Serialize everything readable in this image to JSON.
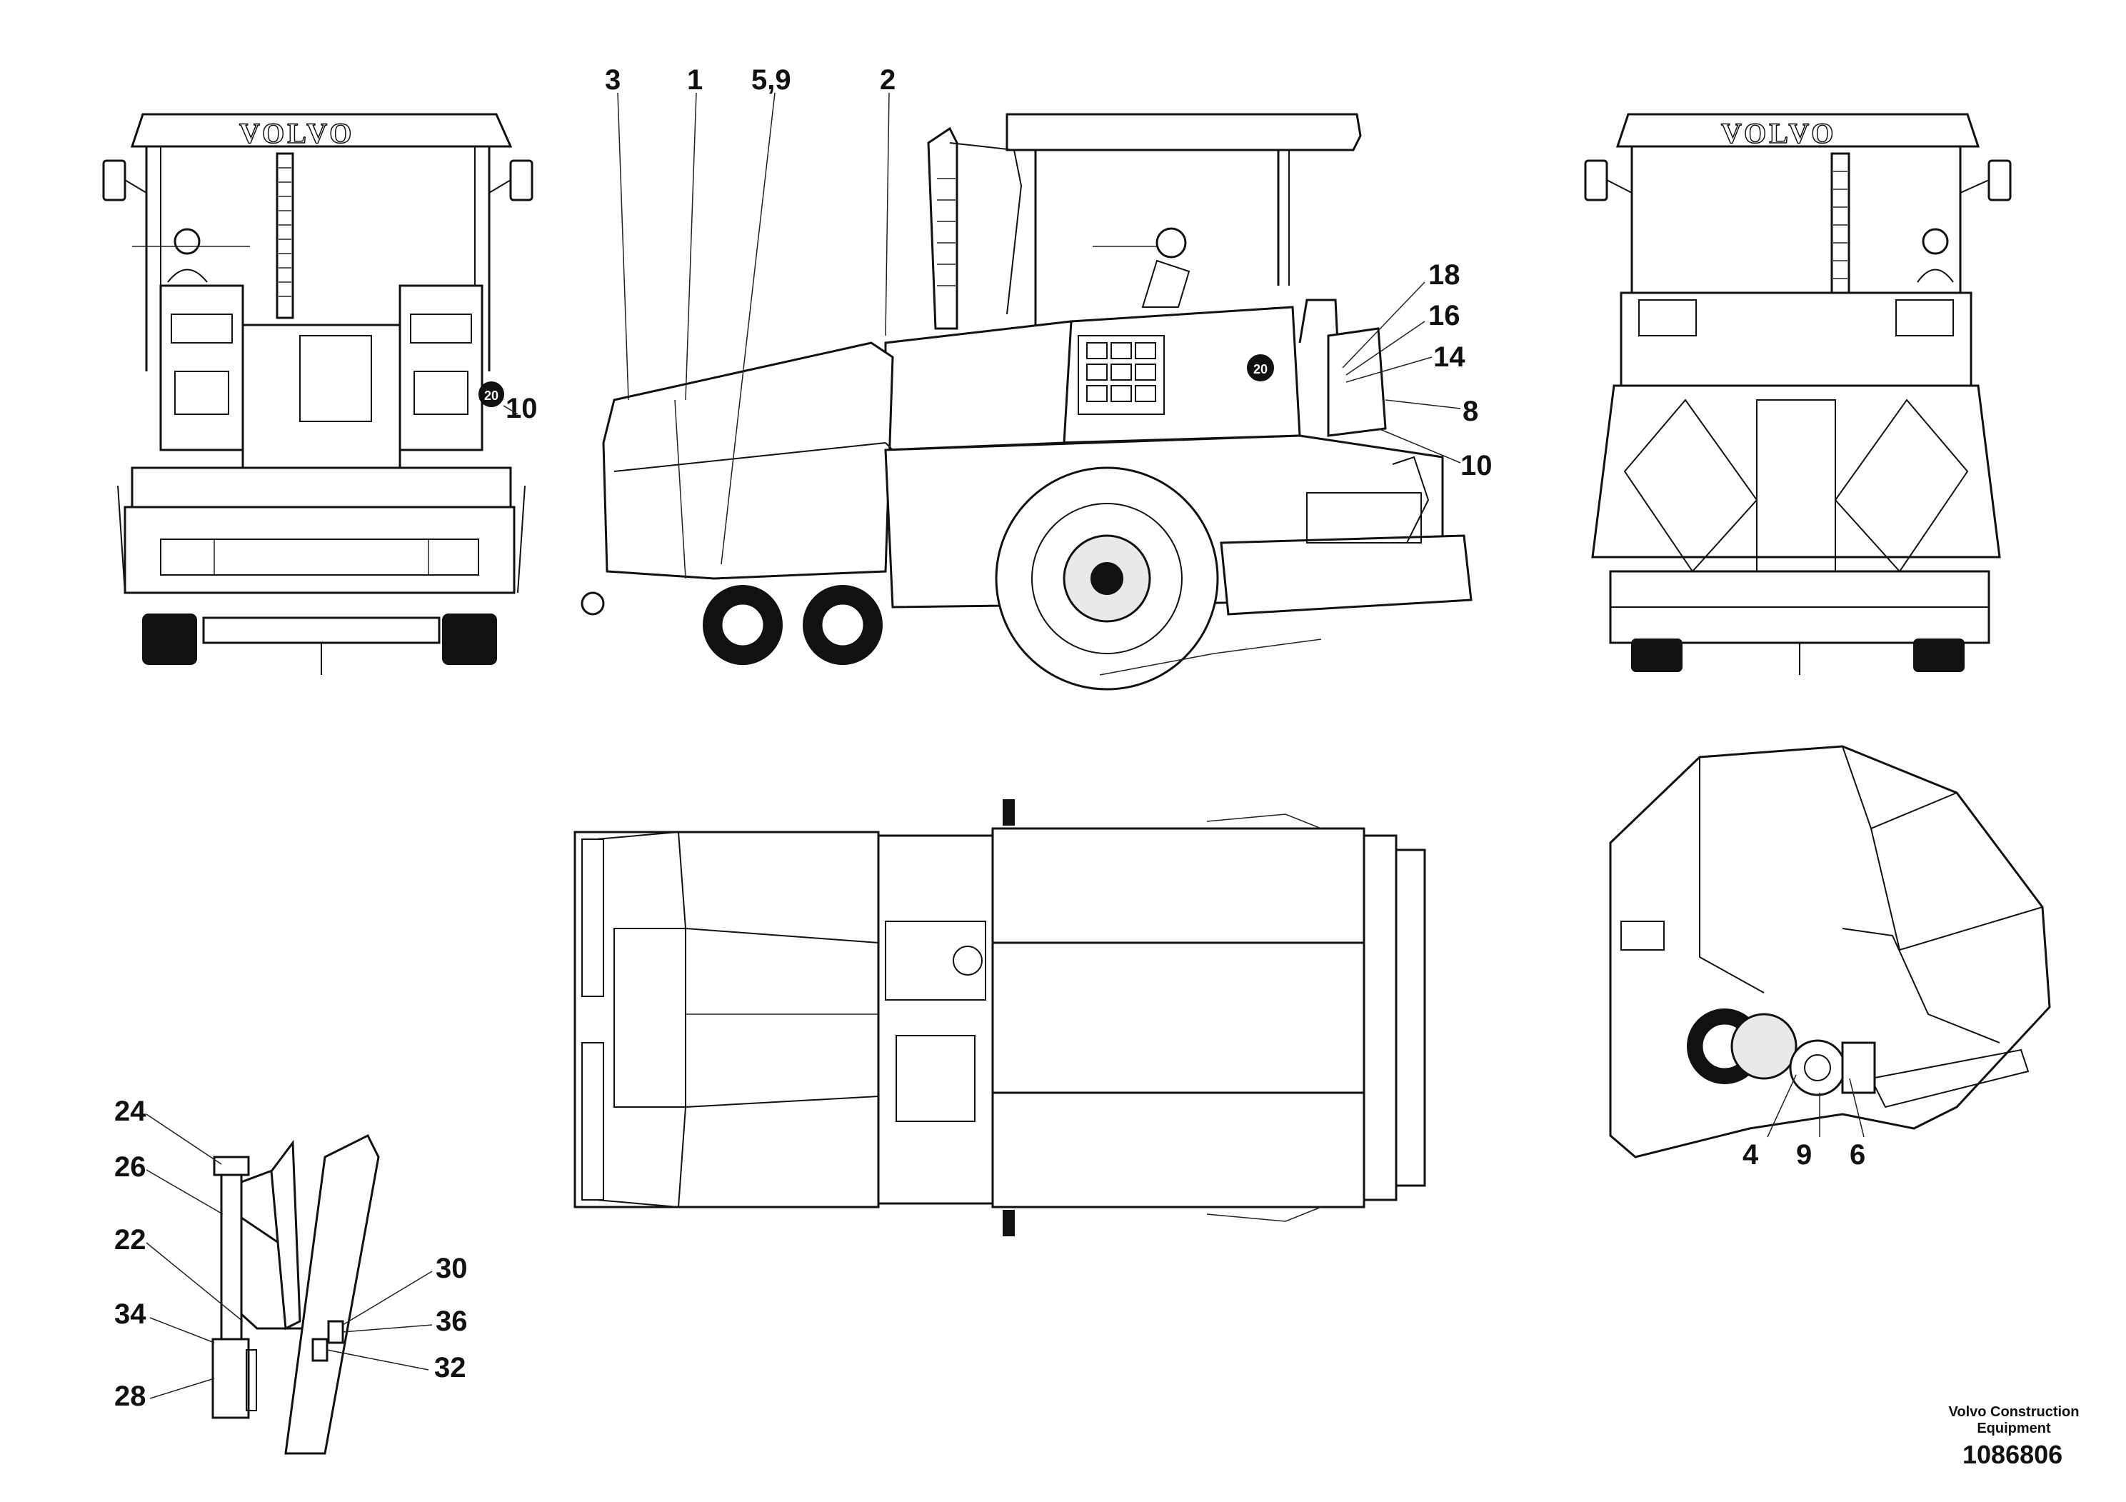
{
  "diagram": {
    "logo_text": "VOLVO",
    "decal_mark": "20",
    "callouts": {
      "front_view": [
        "10"
      ],
      "side_view": [
        "3",
        "1",
        "5,9",
        "2",
        "18",
        "16",
        "14",
        "8",
        "10"
      ],
      "rear_detail": [
        "4",
        "9",
        "6"
      ],
      "bracket_detail": [
        "24",
        "26",
        "22",
        "34",
        "28",
        "30",
        "36",
        "32"
      ]
    }
  },
  "footer": {
    "brand_line1": "Volvo Construction",
    "brand_line2": "Equipment",
    "drawing_number": "1086806"
  }
}
